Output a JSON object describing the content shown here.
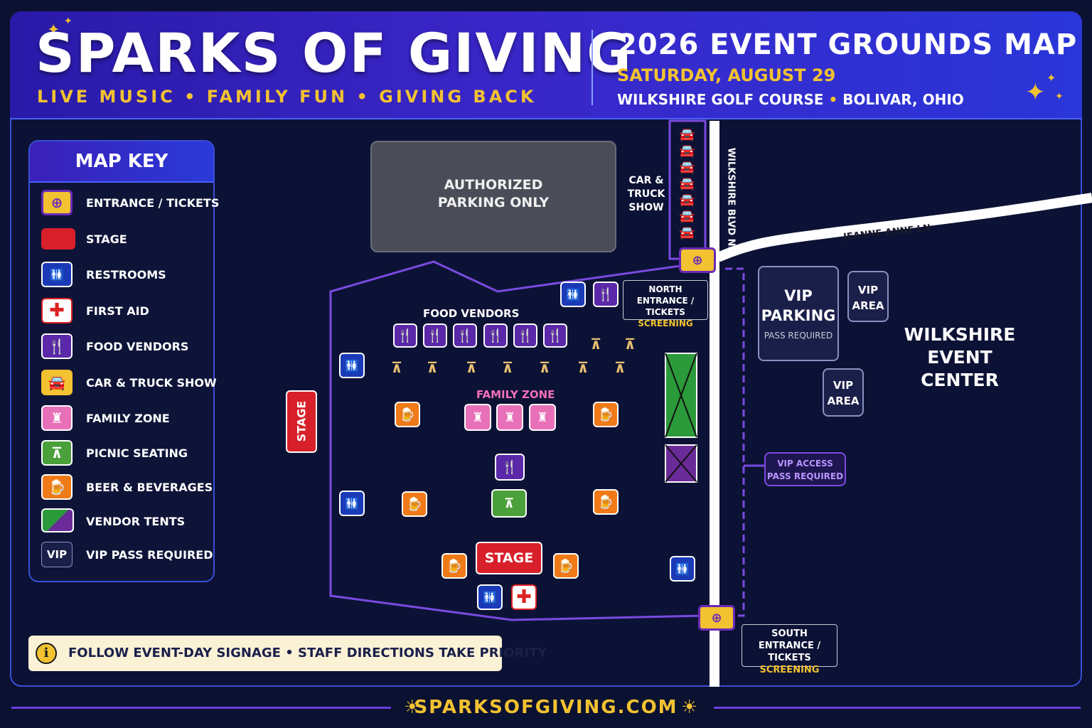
{
  "header": {
    "title": "SPARKS OF GIVING",
    "tagline": "LIVE MUSIC • FAMILY FUN • GIVING BACK",
    "subtitle": "2026 EVENT GROUNDS MAP",
    "date": "SATURDAY, AUGUST 29",
    "venue": "WILKSHIRE GOLF COURSE",
    "location_sep": " • ",
    "city": "BOLIVAR, OHIO"
  },
  "key": {
    "title": "MAP KEY",
    "items": [
      {
        "label": "ENTRANCE / TICKETS",
        "icon": "ticket-icon"
      },
      {
        "label": "STAGE",
        "icon": "stage-icon"
      },
      {
        "label": "RESTROOMS",
        "icon": "restroom-icon"
      },
      {
        "label": "FIRST AID",
        "icon": "first-aid-icon"
      },
      {
        "label": "FOOD VENDORS",
        "icon": "food-icon"
      },
      {
        "label": "CAR & TRUCK SHOW",
        "icon": "car-icon"
      },
      {
        "label": "FAMILY ZONE",
        "icon": "castle-icon"
      },
      {
        "label": "PICNIC SEATING",
        "icon": "picnic-table-icon"
      },
      {
        "label": "BEER & BEVERAGES",
        "icon": "beer-icon"
      },
      {
        "label": "VENDOR TENTS",
        "icon": "tent-icon"
      },
      {
        "label": "VIP PASS REQUIRED",
        "icon": "vip-icon",
        "badge": "VIP"
      }
    ]
  },
  "map": {
    "parking": "AUTHORIZED\nPARKING ONLY",
    "car_show": "CAR &\nTRUCK\nSHOW",
    "road_north_south": "WILKSHIRE BLVD NE",
    "road_east": "JEANNE ANNE LN",
    "north_entrance": {
      "line1": "NORTH ENTRANCE /",
      "line2": "TICKETS",
      "line3": "SCREENING"
    },
    "south_entrance": {
      "line1": "SOUTH ENTRANCE /",
      "line2": "TICKETS",
      "line3": "SCREENING"
    },
    "food_vendors": "FOOD VENDORS",
    "family_zone": "FAMILY ZONE",
    "stage_side": "STAGE",
    "stage_main": "STAGE",
    "vip_parking": "VIP\nPARKING",
    "vip_parking_note": "PASS REQUIRED",
    "vip_area_1": "VIP\nAREA",
    "vip_area_2": "VIP\nAREA",
    "event_center": "WILKSHIRE\nEVENT CENTER",
    "vip_access": "VIP ACCESS\nPASS REQUIRED"
  },
  "notice": {
    "icon": "info-icon",
    "text": "FOLLOW EVENT-DAY SIGNAGE • STAFF DIRECTIONS TAKE PRIORITY"
  },
  "footer": {
    "url": "SPARKSOFGIVING.COM"
  },
  "colors": {
    "accent": "#f2c230",
    "brand": "#3a26c8",
    "stage": "#d8202a",
    "boundary": "#7a4ae0"
  }
}
